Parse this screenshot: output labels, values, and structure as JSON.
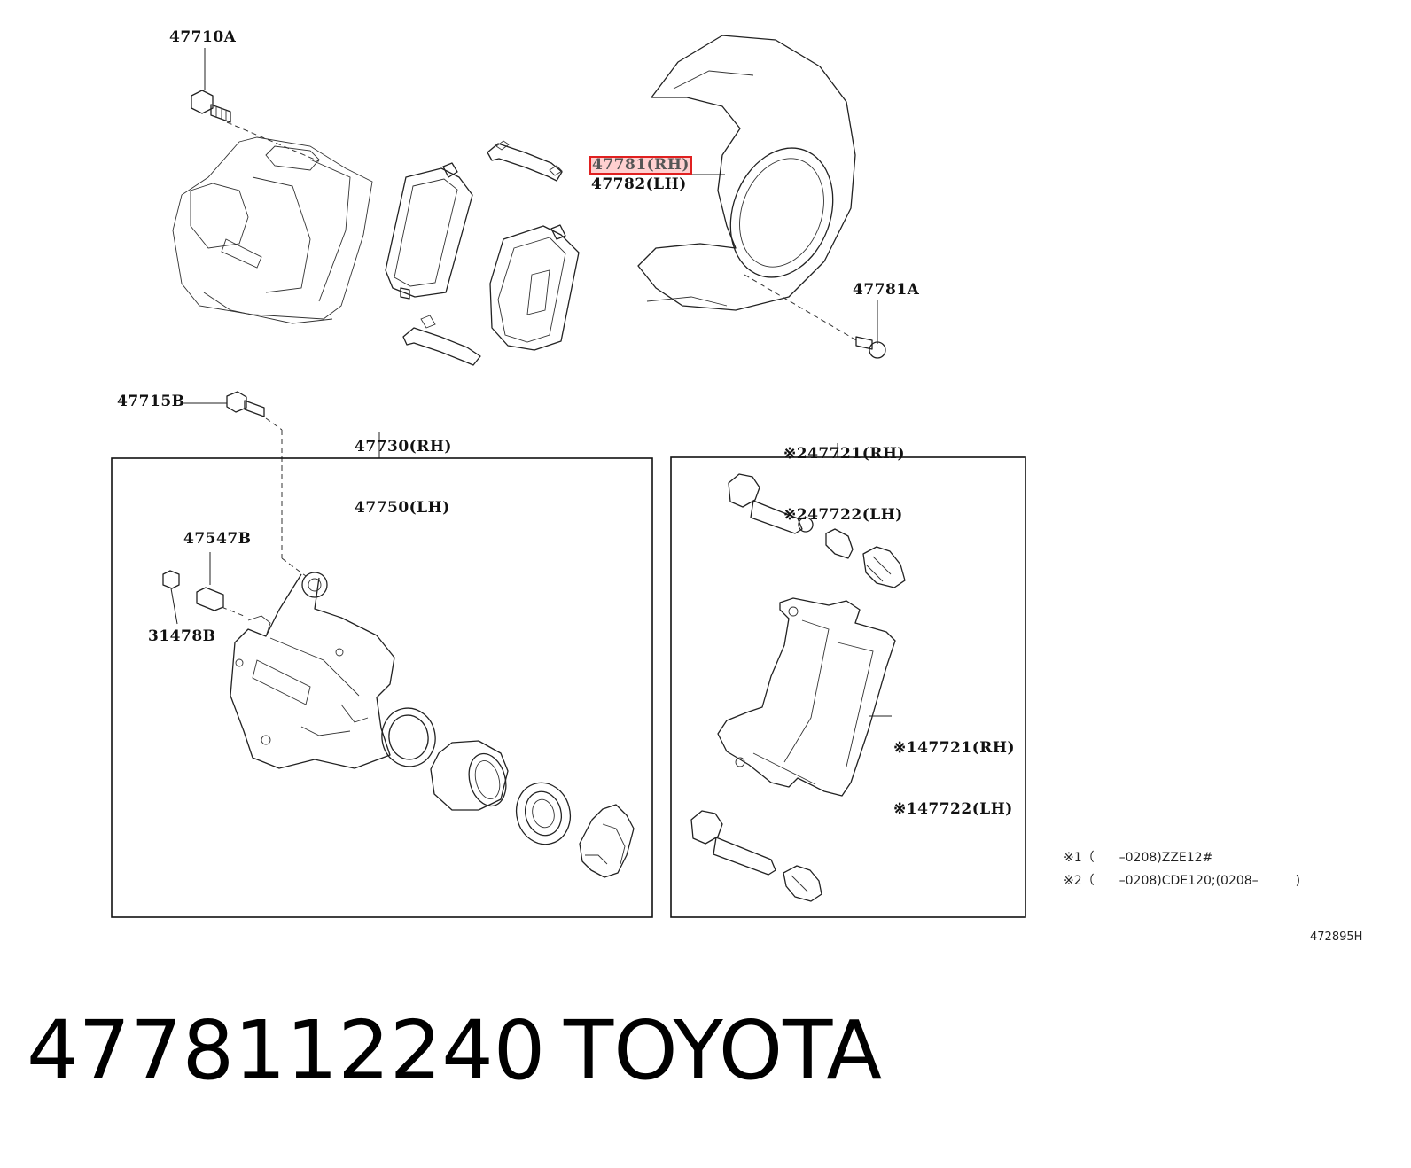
{
  "callouts": {
    "bolt_47710a": "47710A",
    "shield_rh": "47781(RH)",
    "shield_lh": "47782(LH)",
    "bolt_47781a": "47781A",
    "bolt_47715b": "47715B",
    "caliper_rh": "47730(RH)",
    "caliper_lh": "47750(LH)",
    "bleeder_47547b": "47547B",
    "cap_31478b": "31478B",
    "pin_set_rh": "※247721(RH)",
    "pin_set_lh": "※247722(LH)",
    "mounting_rh": "※147721(RH)",
    "mounting_lh": "※147722(LH)"
  },
  "notes": {
    "note1": "※1（　　–0208)ZZE12#",
    "note2": "※2（　　–0208)CDE120;(0208–　　　)"
  },
  "illustration_code": "472895H",
  "caption": {
    "part_number": "4778112240",
    "brand": "TOYOTA"
  }
}
